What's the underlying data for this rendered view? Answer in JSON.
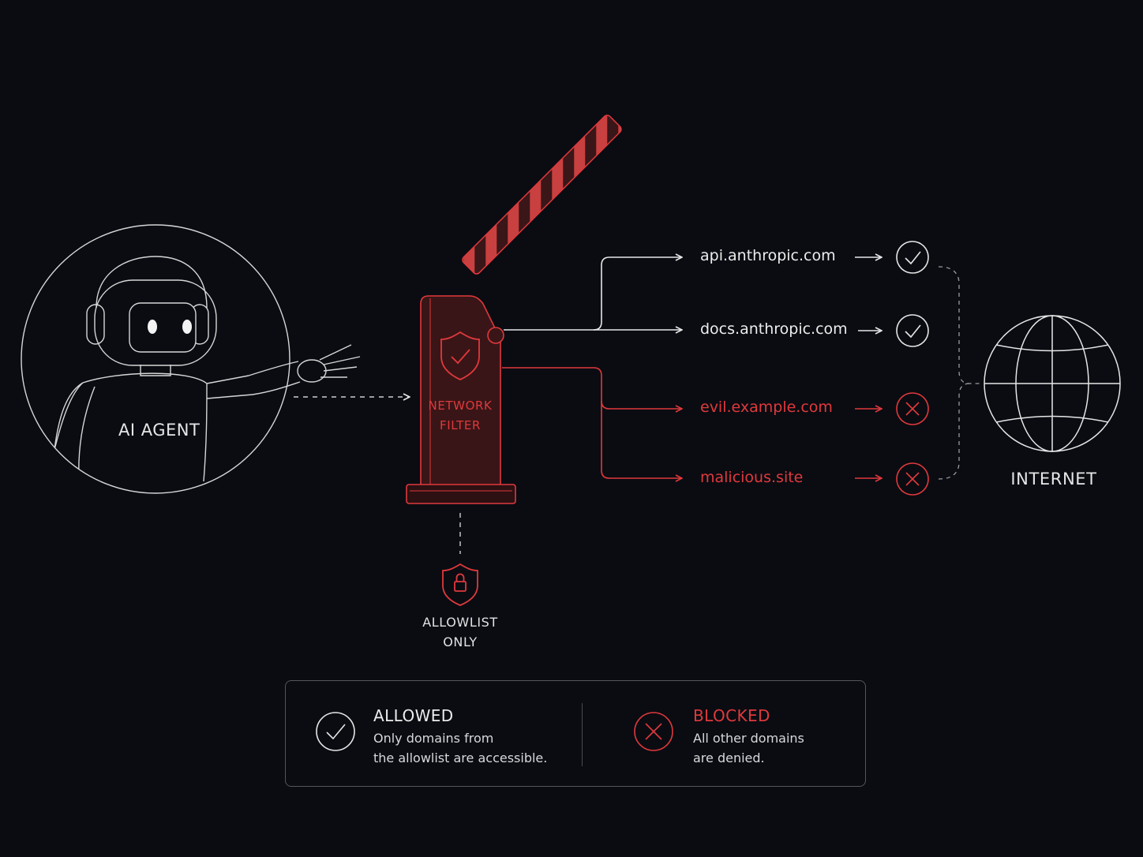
{
  "agent": {
    "label": "AI AGENT"
  },
  "filter": {
    "line1": "NETWORK",
    "line2": "FILTER"
  },
  "allowlist": {
    "line1": "ALLOWLIST",
    "line2": "ONLY"
  },
  "domains": [
    {
      "name": "api.anthropic.com",
      "status": "allowed"
    },
    {
      "name": "docs.anthropic.com",
      "status": "allowed"
    },
    {
      "name": "evil.example.com",
      "status": "blocked"
    },
    {
      "name": "malicious.site",
      "status": "blocked"
    }
  ],
  "internet": {
    "label": "INTERNET"
  },
  "legend": {
    "allowed": {
      "title": "ALLOWED",
      "desc_line1": "Only domains from",
      "desc_line2": "the allowlist are accessible."
    },
    "blocked": {
      "title": "BLOCKED",
      "desc_line1": "All other domains",
      "desc_line2": "are denied."
    }
  },
  "colors": {
    "background": "#0a0c12",
    "accent_red": "#e0393c",
    "line_white": "#e6e6e6"
  },
  "icons": [
    "robot-icon",
    "shield-check-icon",
    "shield-lock-icon",
    "check-circle-icon",
    "x-circle-icon",
    "globe-icon"
  ]
}
